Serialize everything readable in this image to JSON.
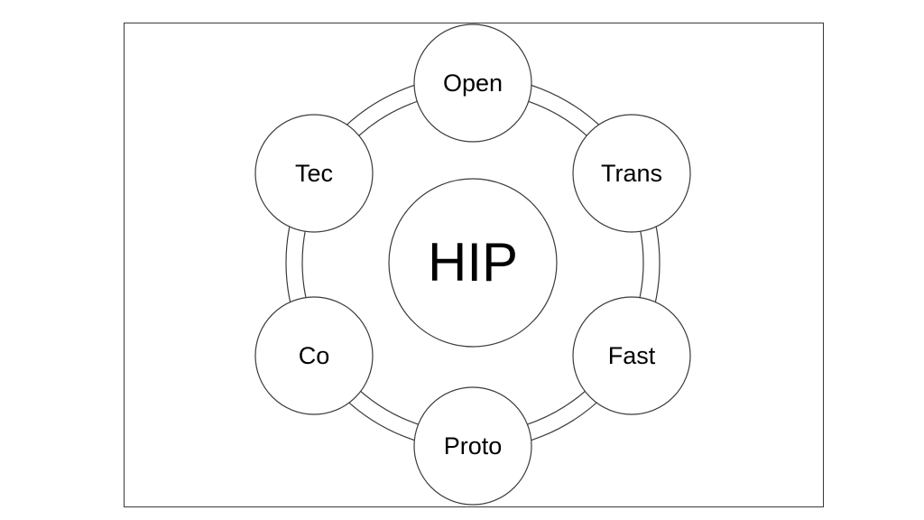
{
  "diagram": {
    "center": {
      "label": "HIP"
    },
    "nodes": [
      {
        "id": "open",
        "label": "Open"
      },
      {
        "id": "trans",
        "label": "Trans"
      },
      {
        "id": "fast",
        "label": "Fast"
      },
      {
        "id": "proto",
        "label": "Proto"
      },
      {
        "id": "co",
        "label": "Co"
      },
      {
        "id": "tec",
        "label": "Tec"
      }
    ],
    "colors": {
      "stroke": "#3a3a3a",
      "fill": "#ffffff",
      "text": "#000000"
    }
  }
}
